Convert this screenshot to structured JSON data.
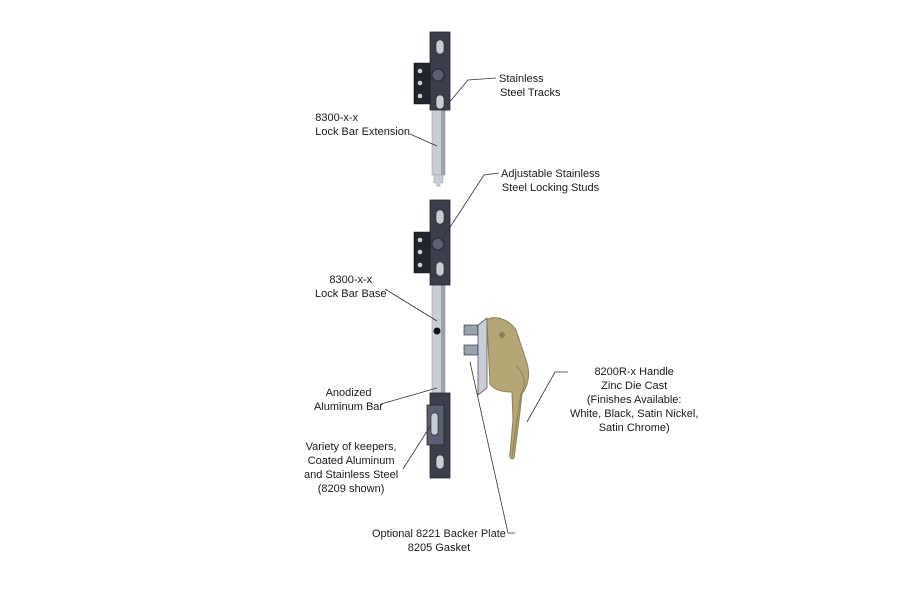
{
  "colors": {
    "track": "#3b3f4a",
    "track_dark": "#22252d",
    "aluminum": "#c9cdd6",
    "aluminum_shade": "#9aa1ae",
    "stud": "#5a6070",
    "handle": "#b6a677",
    "handle_dark": "#8d7f55",
    "leader": "#333333",
    "background": "#ffffff"
  },
  "callouts": {
    "stainless_tracks": [
      "Stainless",
      "Steel Tracks"
    ],
    "lock_bar_extension": [
      "8300-x-x",
      "Lock Bar Extension"
    ],
    "locking_studs": [
      "Adjustable Stainless",
      "Steel Locking Studs"
    ],
    "lock_bar_base": [
      "8300-x-x",
      "Lock Bar Base"
    ],
    "aluminum_bar": [
      "Anodized",
      "Aluminum Bar"
    ],
    "keepers": [
      "Variety of keepers,",
      "Coated Aluminum",
      "and Stainless Steel",
      "(8209 shown)"
    ],
    "handle": [
      "8200R-x Handle",
      "Zinc Die Cast",
      "(Finishes Available:",
      "White, Black, Satin Nickel,",
      "Satin Chrome)"
    ],
    "backer_plate": [
      "Optional 8221 Backer Plate",
      "8205 Gasket"
    ]
  }
}
